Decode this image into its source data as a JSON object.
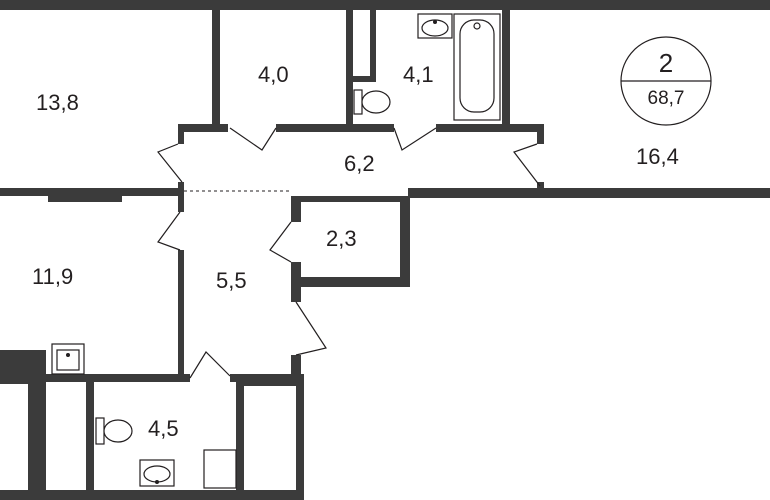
{
  "apartment": {
    "rooms_count": "2",
    "total_area": "68,7"
  },
  "rooms": {
    "living_13_8": "13,8",
    "room_4_0": "4,0",
    "bath_4_1": "4,1",
    "kitchen_16_4": "16,4",
    "hall_6_2": "6,2",
    "storage_2_3": "2,3",
    "bedroom_11_9": "11,9",
    "corridor_5_5": "5,5",
    "bath_4_5": "4,5"
  }
}
